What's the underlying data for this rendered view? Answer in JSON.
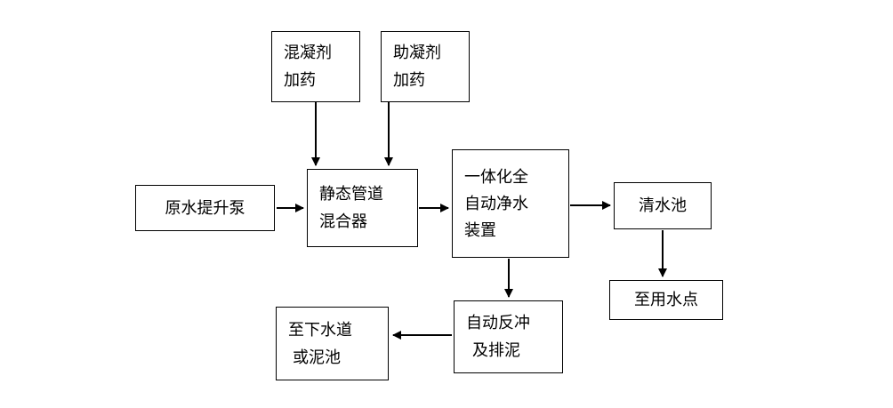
{
  "colors": {
    "background": "#ffffff",
    "box_border": "#000000",
    "text": "#000000",
    "arrow": "#000000"
  },
  "diagram": {
    "nodes": {
      "coagulant_dosing": {
        "lines": [
          "混凝剂",
          "加药"
        ]
      },
      "coagulant_aid_dosing": {
        "lines": [
          "助凝剂",
          "加药"
        ]
      },
      "raw_water_pump": {
        "label": "原水提升泵"
      },
      "static_pipe_mixer": {
        "lines": [
          "静态管道",
          "混合器"
        ]
      },
      "integrated_purifier": {
        "lines": [
          "一体化全",
          "自动净水",
          "装置"
        ]
      },
      "clear_water_tank": {
        "label": "清水池"
      },
      "water_use_point": {
        "label": "至用水点"
      },
      "auto_backwash_desludge": {
        "lines": [
          "自动反冲",
          "及排泥"
        ]
      },
      "sewer_or_sludge_pond": {
        "lines": [
          "至下水道",
          "或泥池"
        ]
      }
    },
    "edges": [
      {
        "from": "coagulant_dosing",
        "to": "static_pipe_mixer"
      },
      {
        "from": "coagulant_aid_dosing",
        "to": "static_pipe_mixer"
      },
      {
        "from": "raw_water_pump",
        "to": "static_pipe_mixer"
      },
      {
        "from": "static_pipe_mixer",
        "to": "integrated_purifier"
      },
      {
        "from": "integrated_purifier",
        "to": "clear_water_tank"
      },
      {
        "from": "clear_water_tank",
        "to": "water_use_point"
      },
      {
        "from": "integrated_purifier",
        "to": "auto_backwash_desludge"
      },
      {
        "from": "auto_backwash_desludge",
        "to": "sewer_or_sludge_pond"
      }
    ]
  }
}
